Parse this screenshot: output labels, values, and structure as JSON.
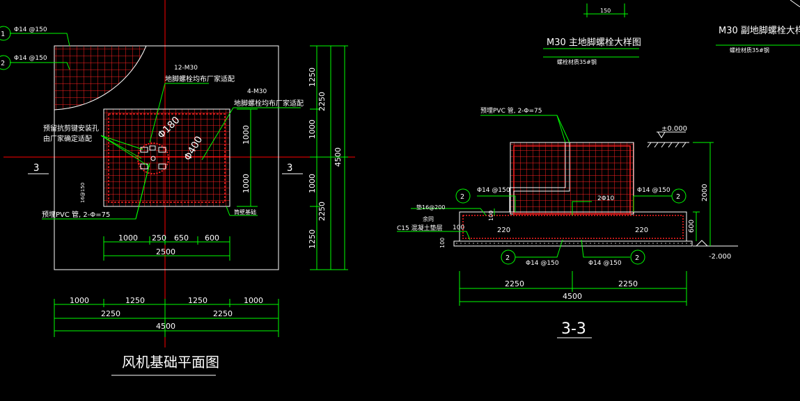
{
  "plan": {
    "title": "风机基础平面图",
    "label_phi14_top_1": "Φ14 @150",
    "label_phi14_top_2": "Φ14 @150",
    "circle_1": "1",
    "circle_2": "2",
    "bolt_main": "12-M30",
    "bolt_main_note": "地脚螺栓均布厂家适配",
    "bolt_aux": "4-M30",
    "bolt_aux_note": "地脚螺栓均布厂家适配",
    "hole_note_1": "预留抗剪键安装孔",
    "hole_note_2": "由厂家确定适配",
    "pvc_note": "预埋PVC 管, 2-Φ=75",
    "phi_180": "Φ180",
    "phi_400": "Φ400",
    "section_left": "3",
    "section_right": "3",
    "small_note": "筒壁基础",
    "rebar_vertical_note": "16@150",
    "dims_inner": [
      "1000",
      "250",
      "650",
      "600"
    ],
    "dim_inner_total": "2500",
    "dims_bottom": [
      "1000",
      "1250",
      "1250",
      "1000"
    ],
    "dims_bottom_half": [
      "2250",
      "2250"
    ],
    "dim_bottom_total": "4500",
    "dims_right_outer": [
      "1250",
      "2250",
      "1000",
      "1000",
      "2250",
      "1250"
    ],
    "dims_right_inner": [
      "1000",
      "1000"
    ],
    "dim_right_total": "4500"
  },
  "section": {
    "title": "3-3",
    "detail_main_title": "M30 主地脚螺栓大样图",
    "detail_main_note": "螺栓材质35#钢",
    "detail_aux_title": "M30 副地脚螺栓大样",
    "detail_aux_note": "螺栓材质35#钢",
    "dim_top_150": "150",
    "pvc_note": "预埋PVC 管, 2-Φ=75",
    "elev_top": "±0.000",
    "elev_bottom": "-2.000",
    "rebar_left": "Φ14 @150",
    "rebar_right": "Φ14 @150",
    "rebar_mid": "2Φ10",
    "rebar_bottom_left": "Φ14 @150",
    "rebar_bottom_right": "Φ14 @150",
    "pad_note": "垫16@200",
    "pad_note2": "余同",
    "c15_note": "C15  混凝土垫层",
    "dim_100": "100",
    "dim_100b": "100",
    "dim_220_left": "220",
    "dim_220_right": "220",
    "dim_600": "600",
    "dim_2000": "2000",
    "dims_bottom": [
      "2250",
      "2250"
    ],
    "dim_bottom_total": "4500",
    "circle_2": "2"
  },
  "colors": {
    "background": "#000000",
    "rebar": "#ff2020",
    "leader": "#00ff00",
    "outline": "#ffffff",
    "axis": "#ff0000"
  }
}
